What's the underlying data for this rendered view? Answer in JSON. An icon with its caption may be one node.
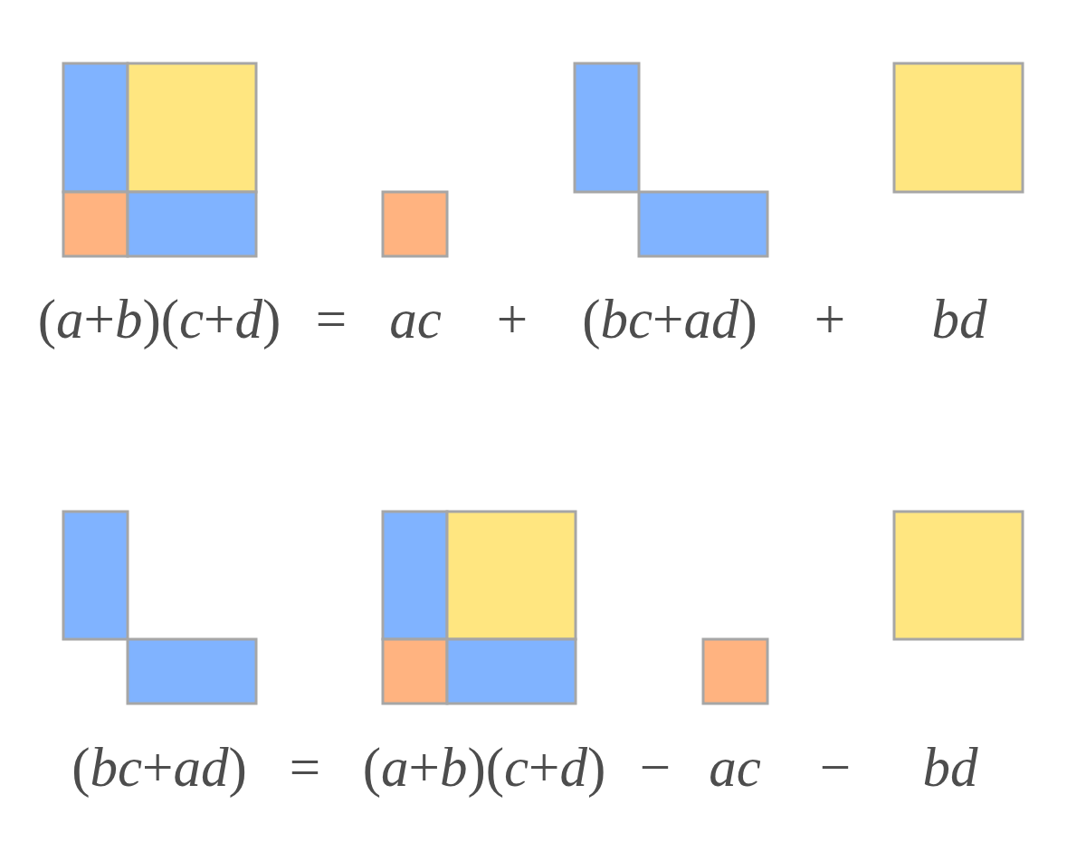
{
  "diagram": {
    "nodes": [
      {
        "text": [],
        "shape": "picture"
      },
      {
        "text": [],
        "shape": "box"
      },
      {
        "text": [],
        "shape": "picture"
      },
      {
        "text": [],
        "shape": "box"
      },
      {
        "text": [],
        "shape": "picture"
      },
      {
        "text": [],
        "shape": "picture"
      },
      {
        "text": [],
        "shape": "box"
      },
      {
        "text": [],
        "shape": "box"
      }
    ],
    "labels": [
      "(*a*+*b*)(*c*+*d*)",
      "=",
      "ac",
      "+",
      "(*bc*+*ad*)",
      "+",
      "bd",
      "(*bc*+*ad*)",
      "=",
      "(*a*+*b*)(*c*+*d*)",
      "−",
      "ac",
      "−",
      "bd"
    ]
  }
}
